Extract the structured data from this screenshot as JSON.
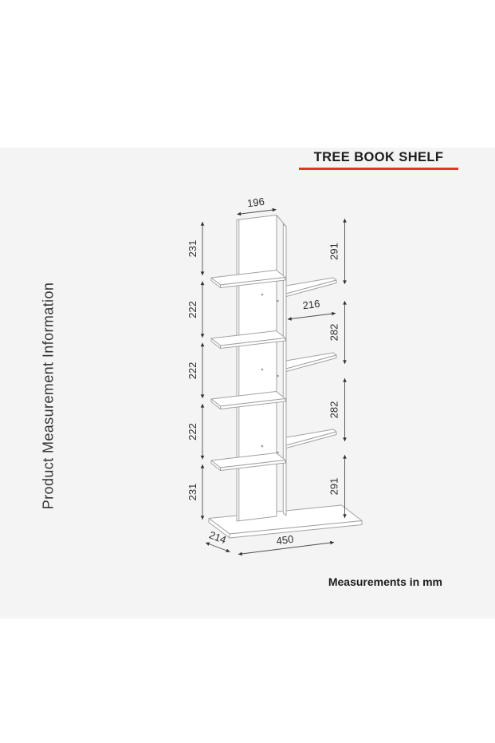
{
  "page": {
    "background": "#ffffff",
    "panel_background": "#f4f4f4"
  },
  "header": {
    "title": "TREE BOOK SHELF",
    "underline_color": "#e5341f"
  },
  "side_label": "Product Measurement Information",
  "footer": {
    "note": "Measurements in mm"
  },
  "diagram": {
    "product": "tree book shelf isometric line drawing",
    "units": "mm",
    "dimensions": {
      "top_width": "196",
      "left_heights": [
        "231",
        "222",
        "222",
        "222",
        "231"
      ],
      "right_heights": [
        "291",
        "282",
        "282",
        "291"
      ],
      "right_shelf_width": "216",
      "base_width": "450",
      "base_depth": "214"
    },
    "colors": {
      "drawing_lines": "#a2a2a2",
      "dimension_lines": "#4d4d4d",
      "dimension_text": "#2e2e2e"
    }
  }
}
